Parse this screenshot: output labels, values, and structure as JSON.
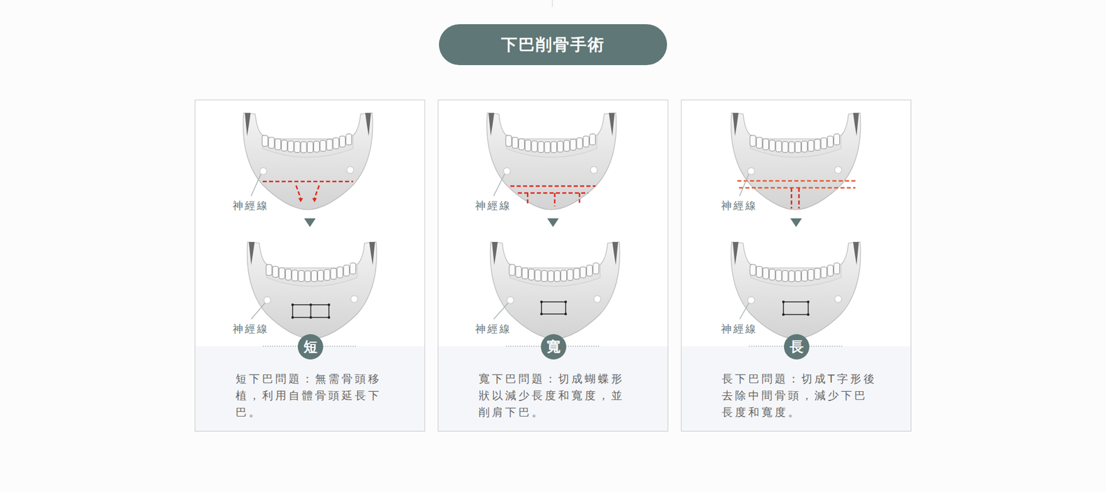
{
  "diagram": {
    "title": "下巴削骨手術",
    "nodes": [
      {
        "text": [
          "短下巴問題：無需骨頭移植，利用自體骨頭延長下巴。"
        ]
      },
      {
        "text": [
          "短"
        ],
        "in": 0
      },
      {
        "text": [
          "寬下巴問題：切成蝴蝶形狀以減少長度和寬度，並削肩下巴。"
        ]
      },
      {
        "text": [
          "寬"
        ],
        "in": 2
      },
      {
        "text": [
          "長下巴問題：切成T字形後去除中間骨頭，減少下巴長度和寬度。"
        ]
      },
      {
        "text": [
          "長"
        ],
        "in": 4
      }
    ],
    "labels": [
      "神經線",
      "神經線",
      "神經線",
      "神經線",
      "神經線",
      "神經線"
    ]
  }
}
